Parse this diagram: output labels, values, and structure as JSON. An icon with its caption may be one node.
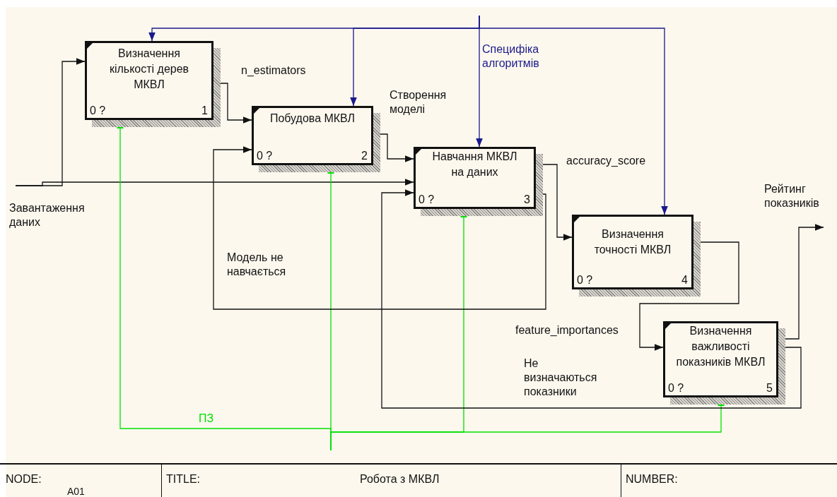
{
  "diagram": {
    "nodes": [
      {
        "text": [
          "Визначення кількості дерев МКВЛ",
          "0 ?",
          "1"
        ]
      },
      {
        "text": [
          "Побудова МКВЛ",
          "0 ?",
          "2"
        ]
      },
      {
        "text": [
          "Навчання МКВЛ на даних",
          "0 ?",
          "3"
        ]
      },
      {
        "text": [
          "Визначення точності МКВЛ",
          "0 ?",
          "4"
        ]
      },
      {
        "text": [
          "Визначення важливості показників МКВЛ",
          "0 ?",
          "5"
        ]
      }
    ],
    "edges": [
      {
        "from": null,
        "to": 0,
        "arrow": "to",
        "label": "Завантаження даних"
      },
      {
        "from": null,
        "to": 2,
        "arrow": "to"
      },
      {
        "from": null,
        "to": 0,
        "arrow": "to",
        "color": "#1a1a8c"
      },
      {
        "from": null,
        "to": 1,
        "arrow": "to",
        "color": "#1a1a8c"
      },
      {
        "from": null,
        "to": 2,
        "arrow": "to",
        "label": "Специфіка алгоритмів",
        "color": "#1a1a8c"
      },
      {
        "from": null,
        "to": 3,
        "arrow": "to",
        "color": "#1a1a8c"
      },
      {
        "from": null,
        "to": 0,
        "arrow": "to",
        "label": "ПЗ",
        "color": "#00e000"
      },
      {
        "from": null,
        "to": 1,
        "arrow": "to",
        "color": "#00e000"
      },
      {
        "from": null,
        "to": 2,
        "arrow": "to",
        "color": "#00e000"
      },
      {
        "from": null,
        "to": 4,
        "arrow": "to",
        "color": "#00e000"
      },
      {
        "from": 0,
        "to": 1,
        "arrow": "to",
        "label": "n_estimators"
      },
      {
        "from": 1,
        "to": 2,
        "arrow": "to",
        "label": "Створення моделі"
      },
      {
        "from": 2,
        "to": 3,
        "arrow": "to",
        "label": "accuracy_score"
      },
      {
        "from": 2,
        "to": 1,
        "arrow": "to",
        "label": "Модель не навчається"
      },
      {
        "from": 3,
        "to": 4,
        "arrow": "to",
        "label": "feature_importances"
      },
      {
        "from": 4,
        "to": 2,
        "arrow": "to",
        "label": "Не визначаються показники"
      },
      {
        "from": 4,
        "to": null,
        "arrow": "to",
        "label": "Рейтинг показників"
      }
    ],
    "labels": [
      "NODE:",
      "A01",
      "TITLE:",
      "Робота з МКВЛ",
      "NUMBER:"
    ]
  }
}
